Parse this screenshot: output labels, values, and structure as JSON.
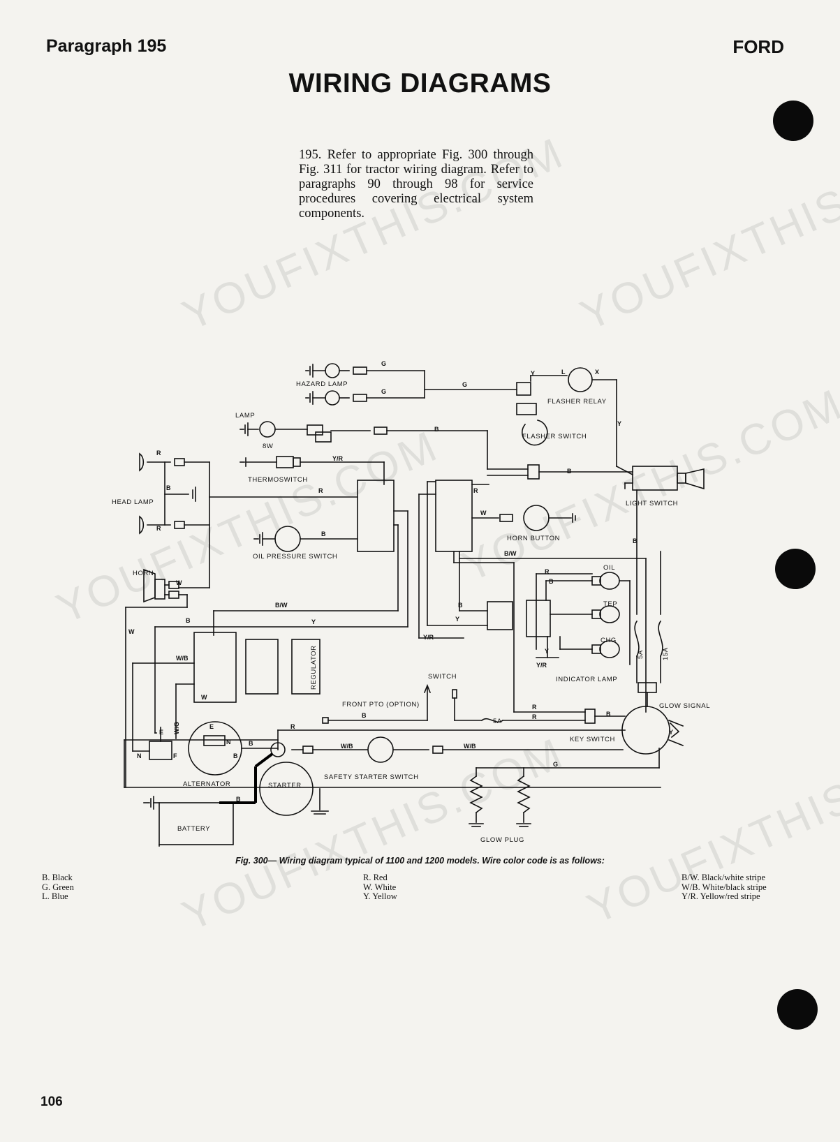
{
  "header": {
    "paragraph": "Paragraph 195",
    "brand": "FORD"
  },
  "title": "WIRING DIAGRAMS",
  "intro_text": "195. Refer to appropriate Fig. 300 through Fig. 311 for tractor wiring diagram. Refer to paragraphs 90 through 98 for service procedures covering electrical system components.",
  "watermark": {
    "text": "YOUFIXTHIS.COM"
  },
  "diagram": {
    "components": {
      "hazard_lamp": "HAZARD LAMP",
      "flasher_relay": "FLASHER RELAY",
      "flasher_switch": "FLASHER SWITCH",
      "lamp": "LAMP",
      "thermoswitch": "THERMOSWITCH",
      "head_lamp": "HEAD LAMP",
      "light_switch": "LIGHT SWITCH",
      "oil_pressure_switch": "OIL PRESSURE SWITCH",
      "horn_button": "HORN BUTTON",
      "horn": "HORN",
      "oil": "OIL",
      "tep": "TEP",
      "chg": "CHG",
      "indicator_lamp": "INDICATOR LAMP",
      "regulator": "REGULATOR",
      "switch": "SWITCH",
      "front_pto": "FRONT PTO (OPTION)",
      "glow_signal": "GLOW SIGNAL",
      "key_switch": "KEY SWITCH",
      "alternator": "ALTERNATOR",
      "starter": "STARTER",
      "safety_starter_switch": "SAFETY STARTER SWITCH",
      "battery": "BATTERY",
      "glow_plug": "GLOW PLUG",
      "lamp_8w": "8W",
      "fuse_5a": "5A",
      "fuse_15a": "15A"
    },
    "wires": {
      "g": "G",
      "y": "Y",
      "l": "L",
      "x": "X",
      "b": "B",
      "r": "R",
      "w": "W",
      "yr": "Y/R",
      "bw": "B/W",
      "wb": "W/B",
      "wg": "W/G",
      "e": "E",
      "n": "N",
      "f": "F"
    }
  },
  "caption": "Fig. 300— Wiring diagram typical of 1100 and 1200 models. Wire color code is as follows:",
  "legend": {
    "col1": [
      "B. Black",
      "G. Green",
      "L. Blue"
    ],
    "col2": [
      "R. Red",
      "W. White",
      "Y. Yellow"
    ],
    "col3": [
      "B/W. Black/white stripe",
      "W/B. White/black stripe",
      "Y/R. Yellow/red stripe"
    ]
  },
  "page_number": "106"
}
